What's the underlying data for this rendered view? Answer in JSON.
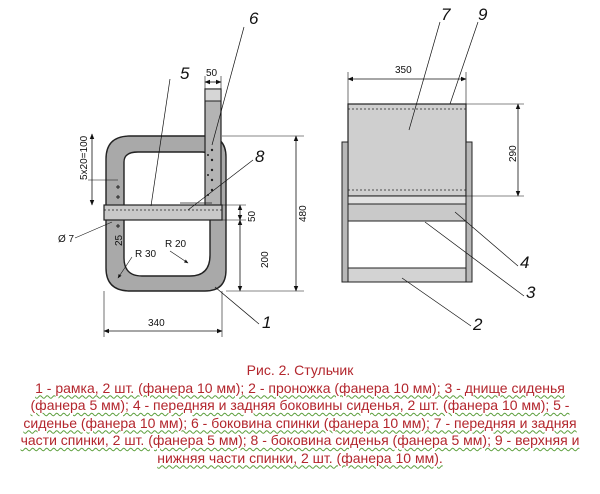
{
  "figure": {
    "dimensions": {
      "w50_top": "50",
      "h5x20": "5x20=100",
      "h50": "50",
      "h200": "200",
      "h480": "480",
      "w340": "340",
      "r30": "R 30",
      "r20": "R 20",
      "d7": "Ø 7",
      "a25": "25",
      "w350": "350",
      "h290": "290"
    },
    "callouts": {
      "c1": "1",
      "c2": "2",
      "c3": "3",
      "c4": "4",
      "c5": "5",
      "c6": "6",
      "c7": "7",
      "c8": "8",
      "c9": "9"
    }
  },
  "caption": {
    "title": "Рис. 2. Стульчик",
    "legend": "1 - рамка, 2 шт. (фанера 10 мм); 2 - проножка (фанера 10 мм); 3 - днище сиденья (фанера 5 мм); 4 - передняя и задняя боковины сиденья, 2 шт. (фанера 10 мм); 5 - сиденье (фанера 10 мм); 6 - боковина спинки (фанера 10 мм); 7 - передняя и задняя части спинки, 2 шт. (фанера 5 мм); 8 - боковина сиденья (фанера 5 мм); 9 - верхняя и нижняя части спинки, 2 шт. (фанера 10 мм)."
  }
}
